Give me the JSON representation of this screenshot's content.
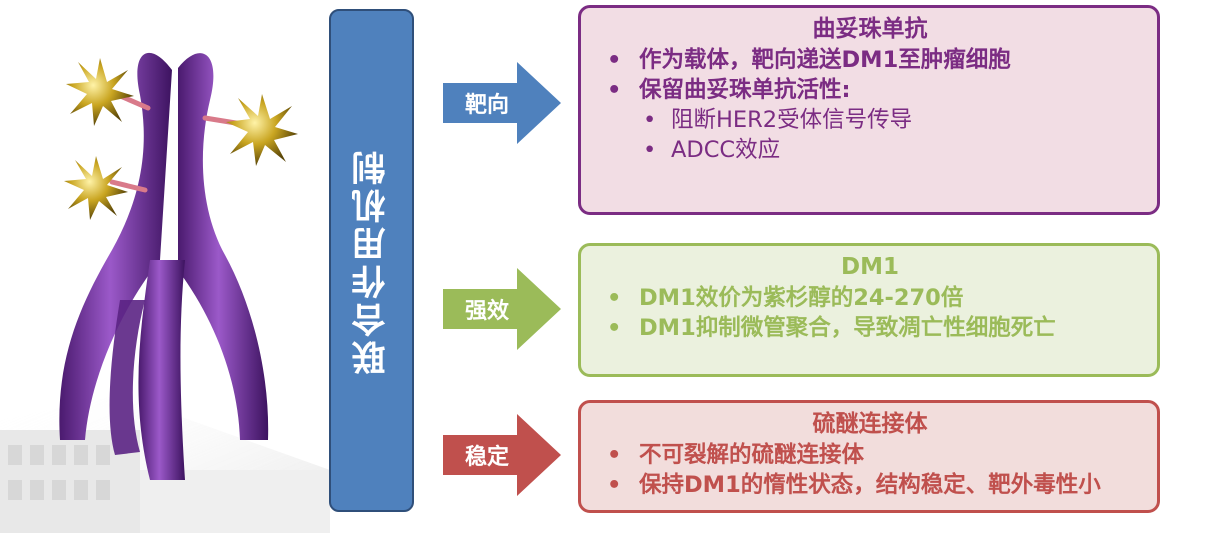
{
  "mechanism": {
    "label": "联合作用机制"
  },
  "arrows": [
    {
      "label": "靶向",
      "color": "#4f81bd"
    },
    {
      "label": "强效",
      "color": "#9bbb59"
    },
    {
      "label": "稳定",
      "color": "#c0504d"
    }
  ],
  "boxes": {
    "targeting": {
      "title": "曲妥珠单抗",
      "bullets": [
        "作为载体，靶向递送DM1至肿瘤细胞",
        "保留曲妥珠单抗活性:"
      ],
      "sub_bullets": [
        "阻断HER2受体信号传导",
        "ADCC效应"
      ],
      "border_color": "#7b2c83",
      "fill_color": "#f2dde4"
    },
    "potency": {
      "title": "DM1",
      "bullets": [
        "DM1效价为紫杉醇的24-270倍",
        "DM1抑制微管聚合，导致凋亡性细胞死亡"
      ],
      "border_color": "#9bbb59",
      "fill_color": "#ebf1de"
    },
    "stability": {
      "title": "硫醚连接体",
      "bullets": [
        "不可裂解的硫醚连接体",
        "保持DM1的惰性状态，结构稳定、靶外毒性小"
      ],
      "border_color": "#c0504d",
      "fill_color": "#f2dddc"
    }
  },
  "illustration": {
    "icon": "antibody-drug-conjugate-illustration"
  }
}
